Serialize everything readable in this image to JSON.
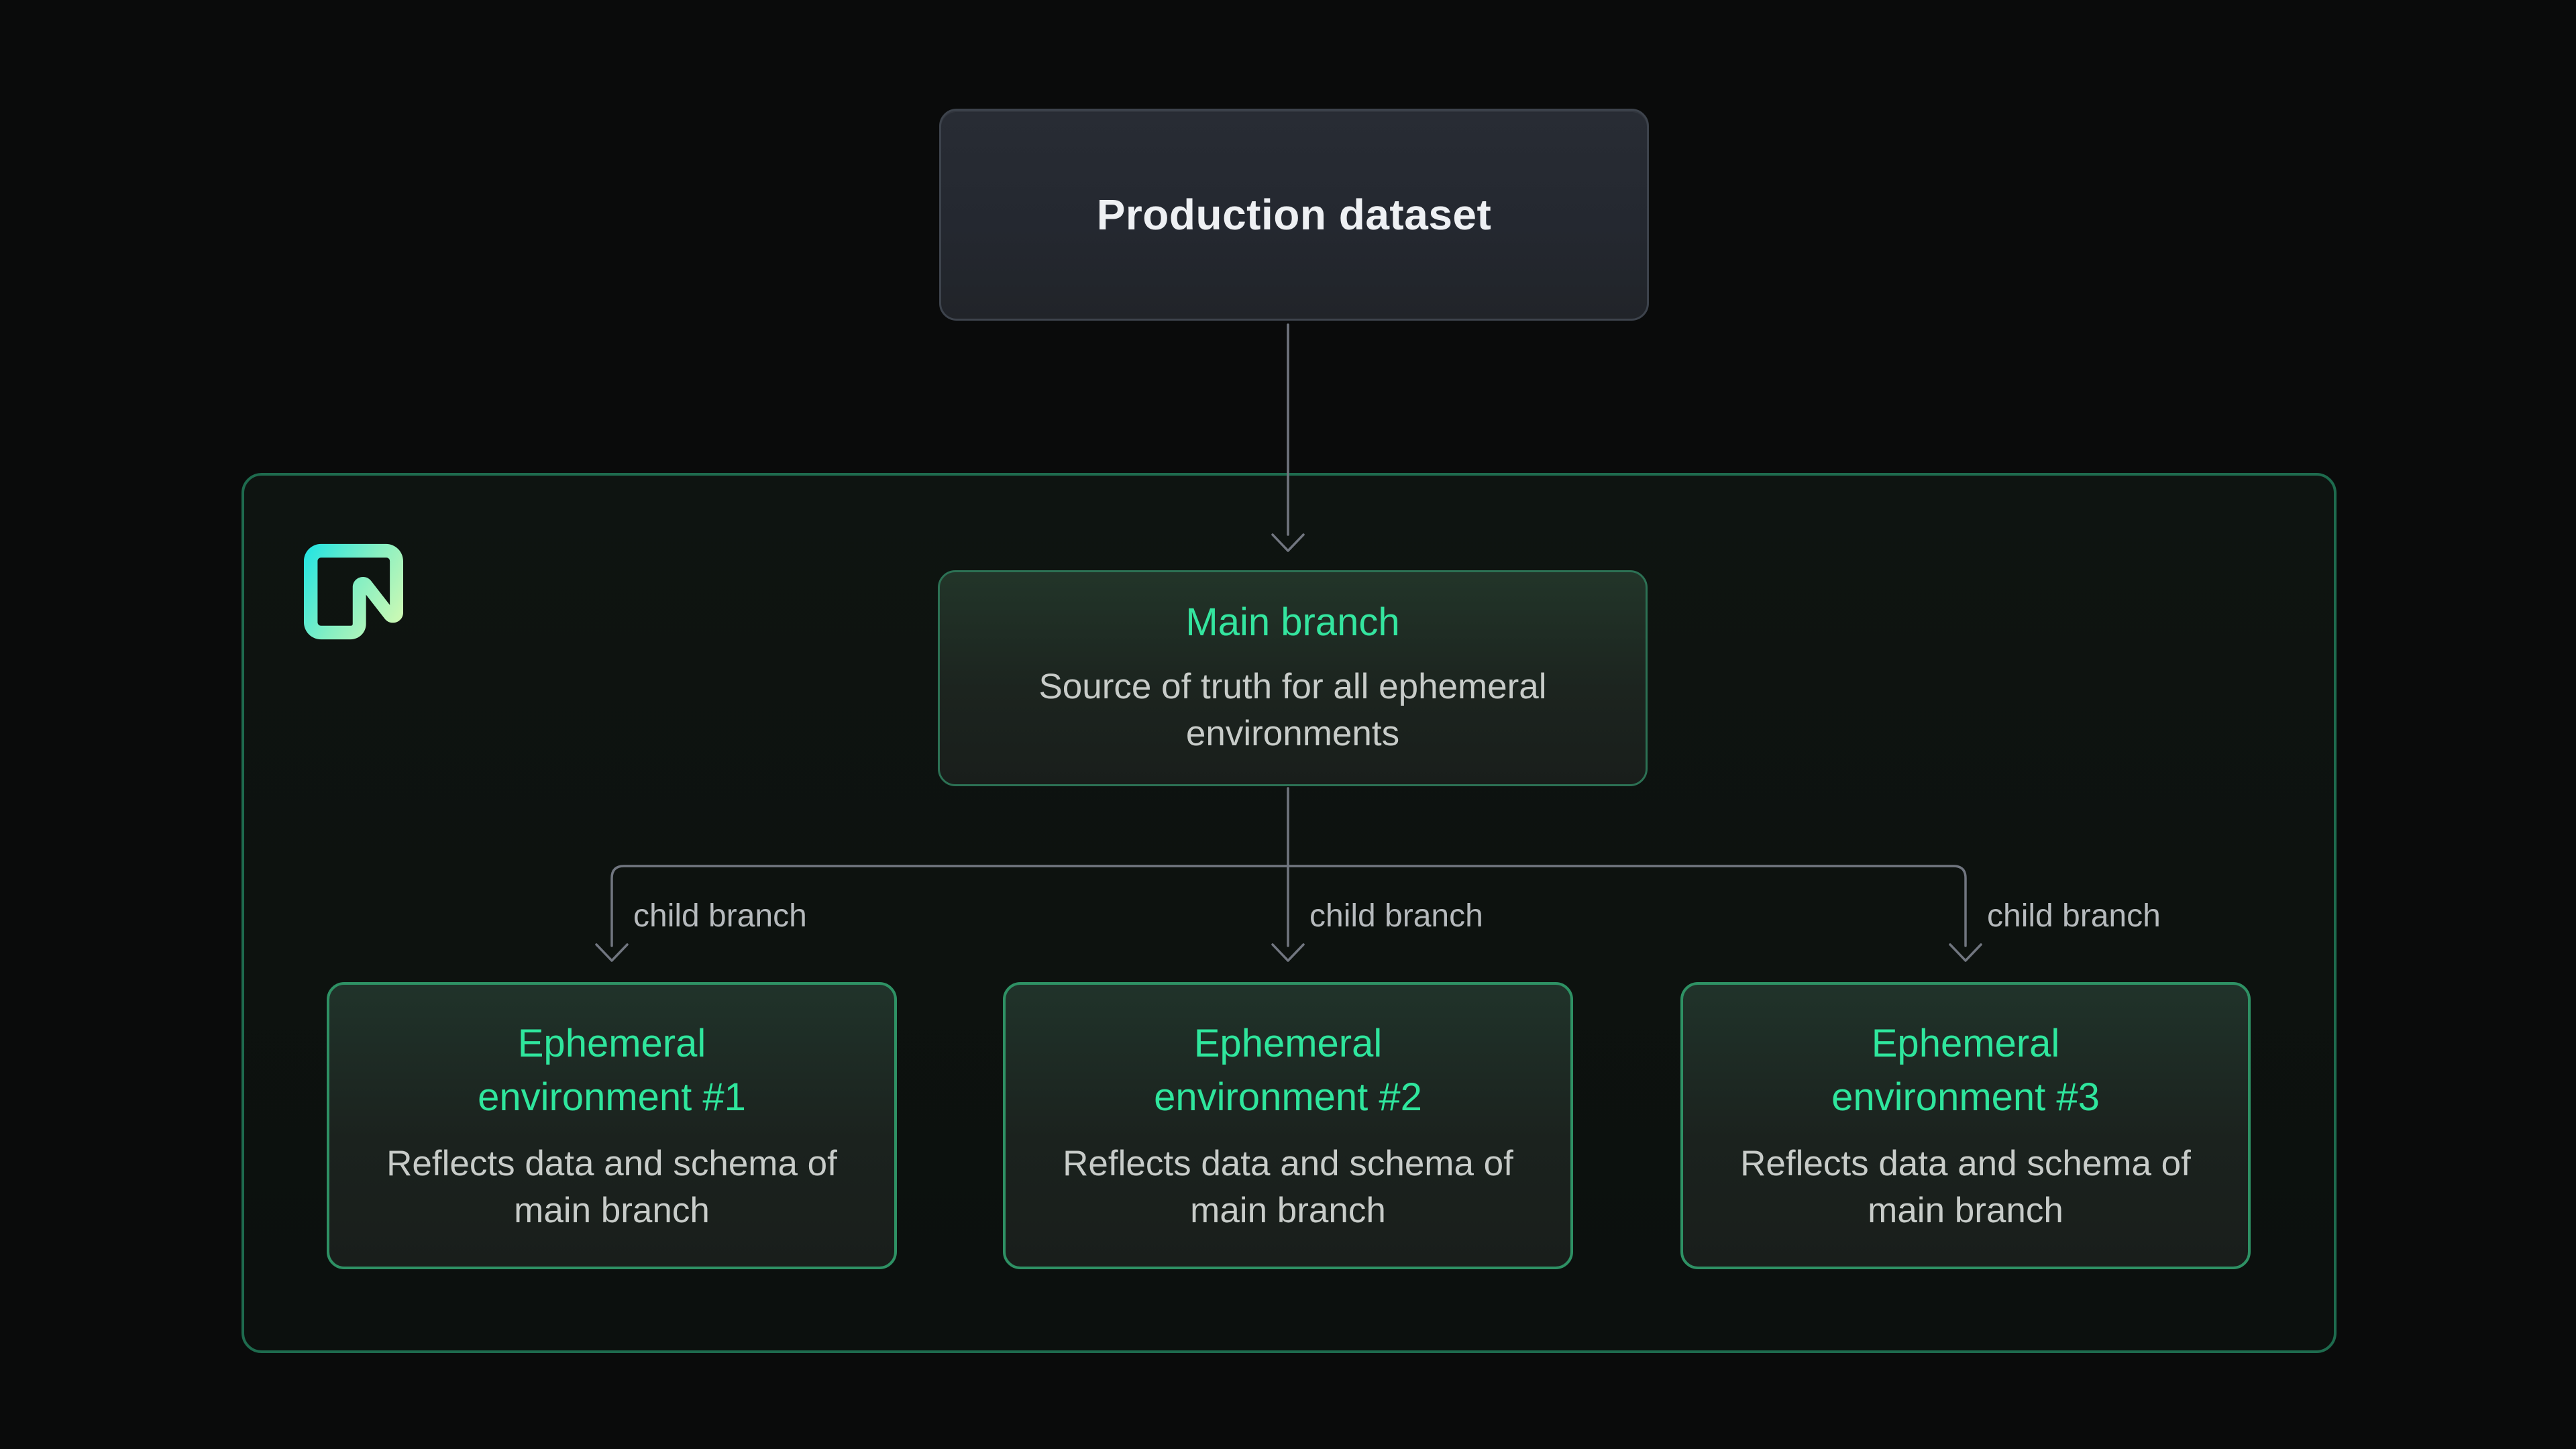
{
  "diagram": {
    "production": {
      "title": "Production dataset"
    },
    "main_branch": {
      "title": "Main branch",
      "subtitle": "Source of truth for all ephemeral environments"
    },
    "connector_labels": [
      "child branch",
      "child branch",
      "child branch"
    ],
    "environments": [
      {
        "title": "Ephemeral environment #1",
        "subtitle": "Reflects data and schema of main branch"
      },
      {
        "title": "Ephemeral environment #2",
        "subtitle": "Reflects data and schema of main branch"
      },
      {
        "title": "Ephemeral environment #3",
        "subtitle": "Reflects data and schema of main branch"
      }
    ],
    "logo": "neon-logo",
    "colors": {
      "page_background": "#0a0b0b",
      "accent_green_text": "#2fe69d",
      "node_border_green": "#2e9164",
      "container_border_green": "#1e6b4e",
      "connector_gray": "#717680",
      "production_node_fill": "#242830",
      "logo_gradient_start": "#2ae5e0",
      "logo_gradient_end": "#cdf9b4"
    }
  }
}
